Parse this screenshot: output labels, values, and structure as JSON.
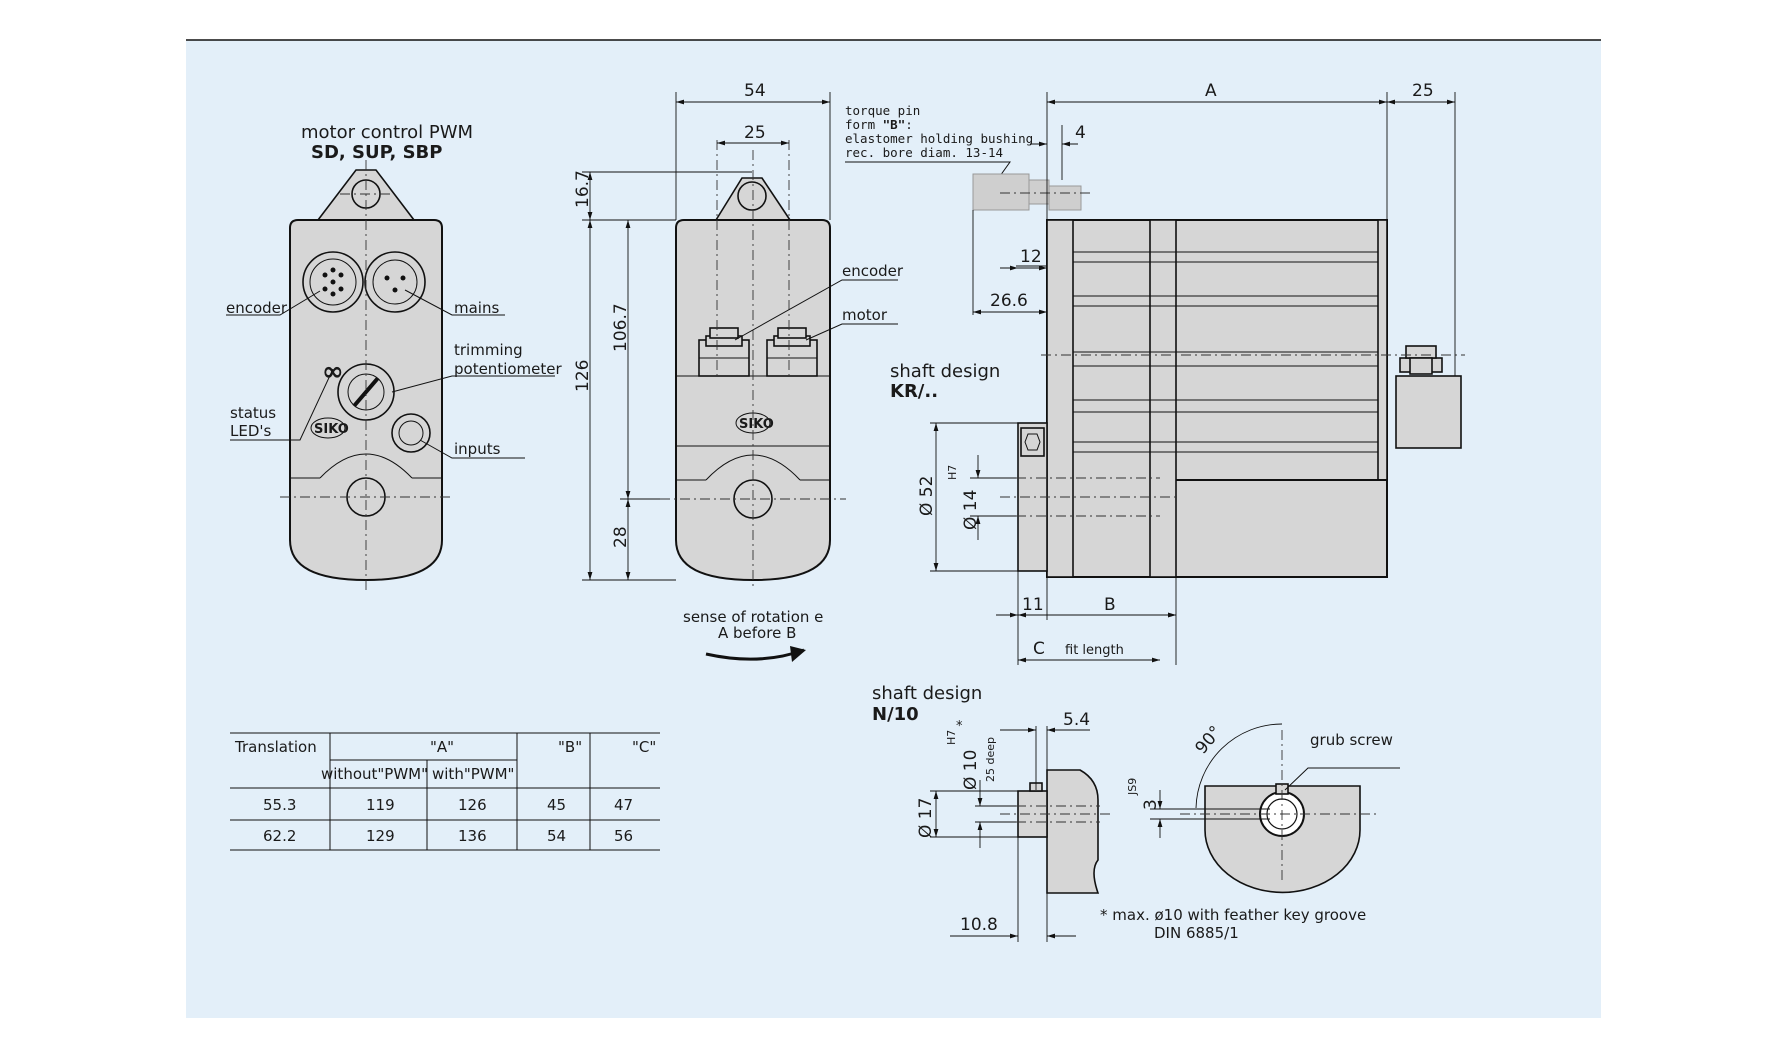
{
  "colors": {
    "background": "#e3eff9",
    "part_fill": "#d6d6d6",
    "line": "#111111"
  },
  "left_view": {
    "title_line1": "motor control PWM",
    "title_line2": "SD, SUP, SBP",
    "labels": {
      "encoder": "encoder",
      "mains": "mains",
      "trimming1": "trimming",
      "trimming2": "potentiometer",
      "status1": "status",
      "status2": "LED's",
      "inputs": "inputs",
      "logo": "SIKO"
    }
  },
  "middle_view": {
    "dims": {
      "d54": "54",
      "d25": "25",
      "d16_7": "16.7",
      "d106_7": "106.7",
      "d126": "126",
      "d28": "28"
    },
    "labels": {
      "encoder": "encoder",
      "motor": "motor",
      "logo": "SIKO",
      "rotation1": "sense of rotation e",
      "rotation2": "A before B"
    }
  },
  "right_view": {
    "torque_pin": {
      "l1": "torque pin",
      "l2a": "form ",
      "l2b": "\"B\"",
      "l2c": ":",
      "l3": "elastomer holding bushing",
      "l4": "rec. bore diam.  13-14"
    },
    "dims": {
      "A": "A",
      "d25": "25",
      "d4": "4",
      "d12": "12",
      "d26_6": "26.6",
      "d11": "11",
      "B": "B",
      "C": "C",
      "fit": "fit length",
      "d52": "52",
      "d14": "14",
      "h7": "H7",
      "dia": "Ø"
    },
    "shaft_kr": {
      "l1": "shaft design",
      "l2": "KR/.."
    }
  },
  "shaft_n10": {
    "title1": "shaft design",
    "title2": "N/10",
    "dims": {
      "d5_4": "5.4",
      "d10": "10",
      "d17": "17",
      "d10_8": "10.8",
      "d3": "3",
      "deep": "25 deep",
      "h7": "H7",
      "star": "*",
      "js9": "JS9",
      "angle": "90°",
      "dia": "Ø"
    },
    "grub": "grub screw",
    "note1": "* max. ø10 with feather key groove",
    "note2": "DIN 6885/1"
  },
  "table": {
    "headers": {
      "translation": "Translation",
      "A": "\"A\"",
      "B": "\"B\"",
      "C": "\"C\"",
      "without": "without\"PWM\"",
      "with": "with\"PWM\""
    },
    "rows": [
      {
        "t": "55.3",
        "a1": "119",
        "a2": "126",
        "b": "45",
        "c": "47"
      },
      {
        "t": "62.2",
        "a1": "129",
        "a2": "136",
        "b": "54",
        "c": "56"
      }
    ]
  }
}
